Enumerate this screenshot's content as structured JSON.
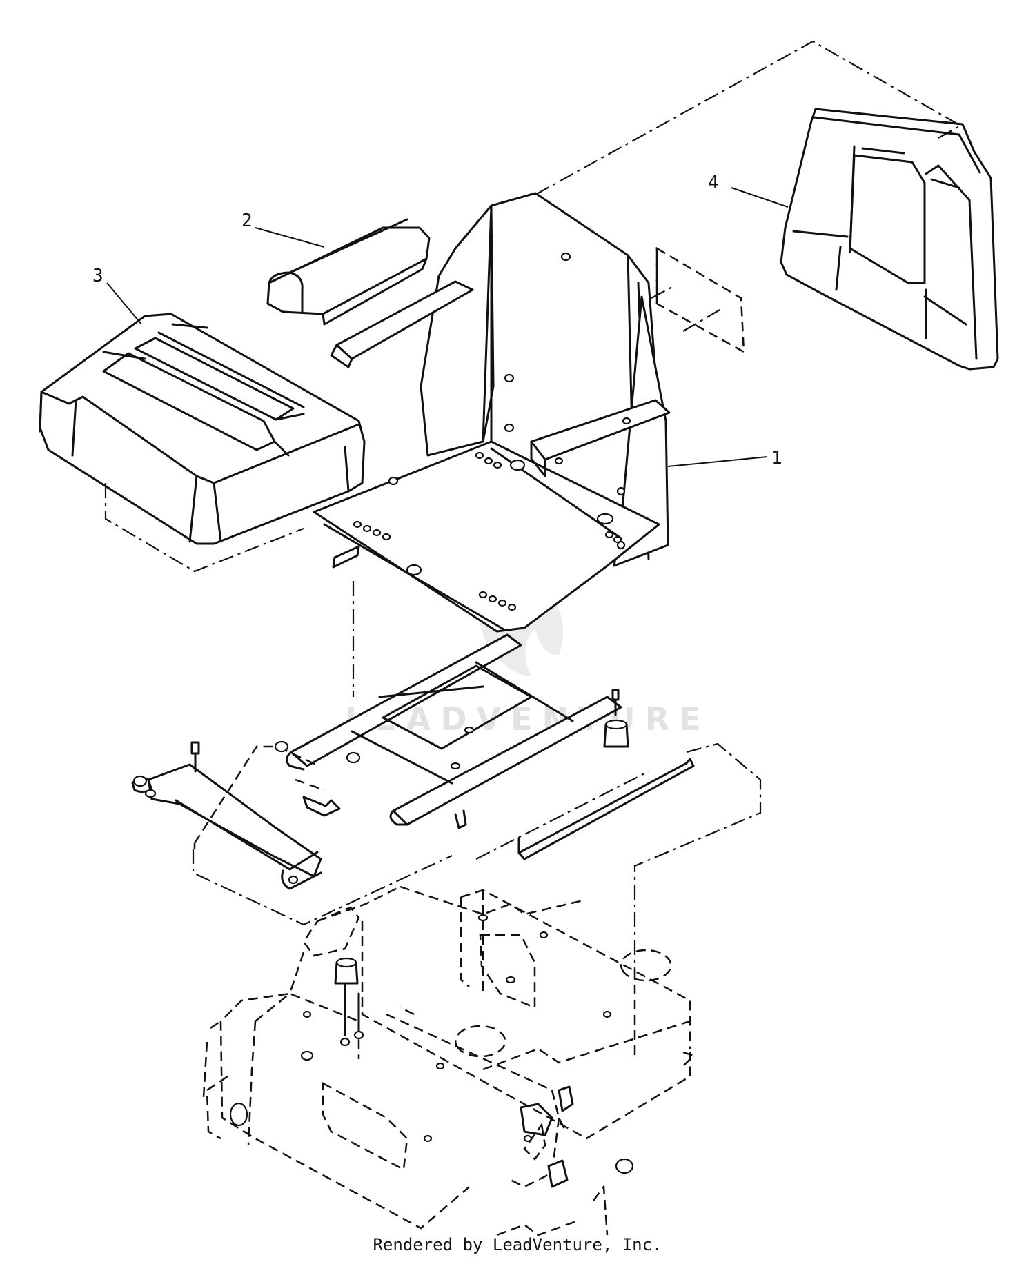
{
  "callouts": [
    {
      "number": "1",
      "part": "seat-frame"
    },
    {
      "number": "2",
      "part": "armrest"
    },
    {
      "number": "3",
      "part": "seat-cushion"
    },
    {
      "number": "4",
      "part": "back-cushion"
    }
  ],
  "watermark": "LEADVENTURE",
  "footer": "Rendered by LeadVenture, Inc."
}
